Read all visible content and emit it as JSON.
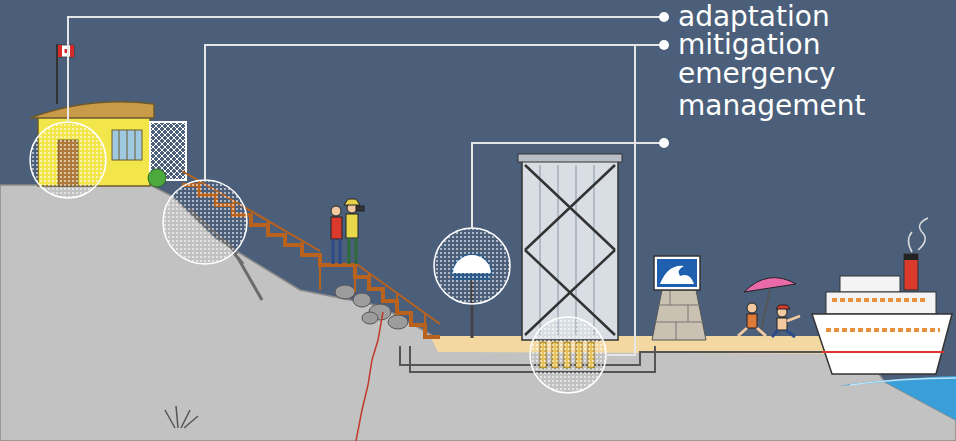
{
  "diagram": {
    "labels": [
      "adaptation",
      "mitigation",
      "emergency management"
    ]
  }
}
